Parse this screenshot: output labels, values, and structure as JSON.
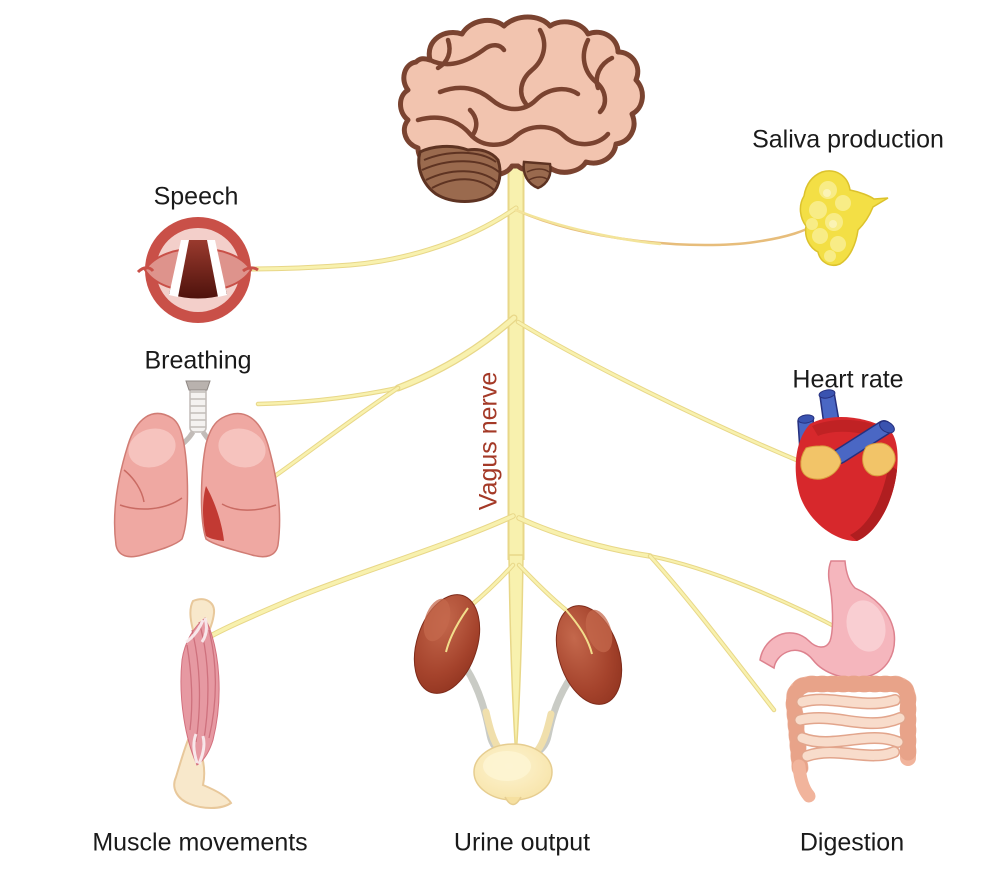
{
  "diagram": {
    "subject": "Vagus nerve functions diagram",
    "center_label": "Vagus nerve",
    "labels": {
      "speech": "Speech",
      "saliva": "Saliva production",
      "breathing": "Breathing",
      "heart_rate": "Heart rate",
      "muscle": "Muscle movements",
      "urine": "Urine output",
      "digestion": "Digestion"
    },
    "organs": [
      {
        "icon": "brain-icon",
        "function": ""
      },
      {
        "icon": "larynx-icon",
        "function": "Speech"
      },
      {
        "icon": "salivary-gland-icon",
        "function": "Saliva production"
      },
      {
        "icon": "lungs-icon",
        "function": "Breathing"
      },
      {
        "icon": "heart-icon",
        "function": "Heart rate"
      },
      {
        "icon": "muscle-icon",
        "function": "Muscle movements"
      },
      {
        "icon": "kidneys-bladder-icon",
        "function": "Urine output"
      },
      {
        "icon": "stomach-intestines-icon",
        "function": "Digestion"
      }
    ],
    "palette": {
      "background": "#ffffff",
      "nerve_fill": "#f8f1ae",
      "nerve_edge": "#e8d788",
      "label_text": "#1a1a1a",
      "vagus_label_text": "#a43927",
      "brain_fill": "#f2c4af",
      "brain_outline": "#7a4330",
      "cerebellum_brown": "#9a6a4e",
      "larynx_red": "#c95048",
      "lung_pink": "#efa8a2",
      "heart_red": "#d7282c",
      "vessel_blue": "#4a67c4",
      "atria_yellow": "#f2c468",
      "gland_yellow": "#f3df45",
      "muscle_pink": "#e699a2",
      "bone_cream": "#f8e8cb",
      "kidney_brown": "#a5432c",
      "ureter_gray": "#c9cbc5",
      "bladder_cream": "#f9e8b2",
      "stomach_pink": "#f5b6bd",
      "colon_salmon": "#f1b49c",
      "small_intestine": "#f8dccb"
    }
  }
}
